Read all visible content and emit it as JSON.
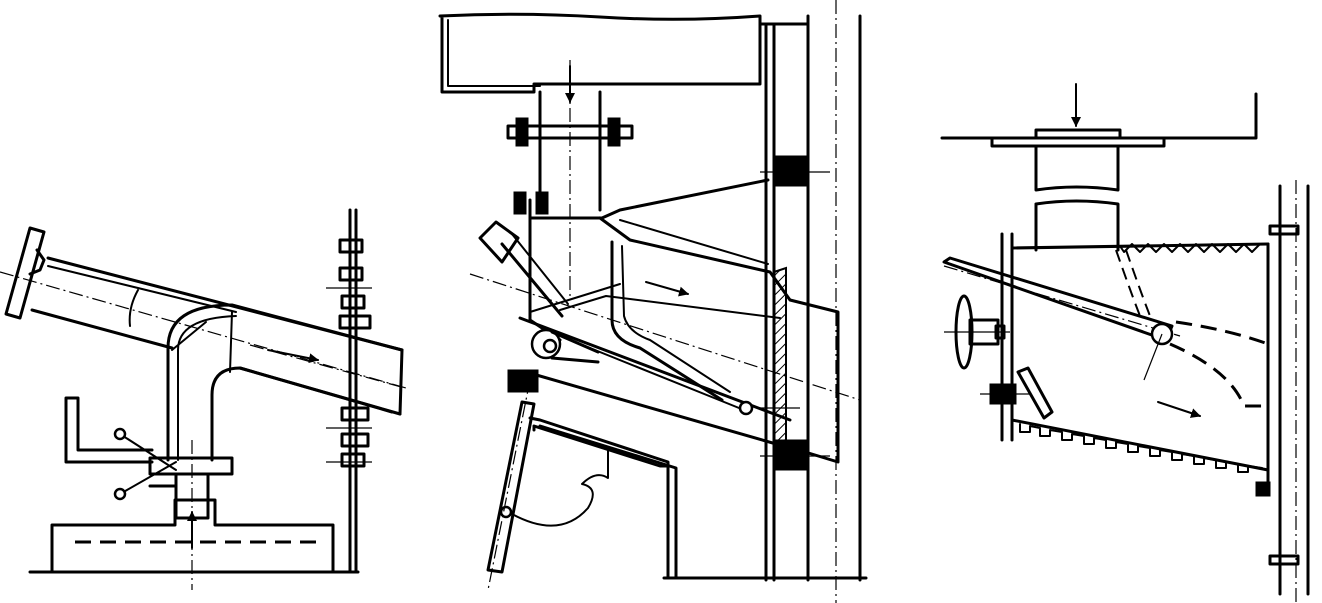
{
  "figure": {
    "panels": [
      {
        "id": "left"
      },
      {
        "id": "middle"
      },
      {
        "id": "right"
      }
    ],
    "colors": {
      "line": "#000000",
      "background": "#ffffff"
    }
  }
}
